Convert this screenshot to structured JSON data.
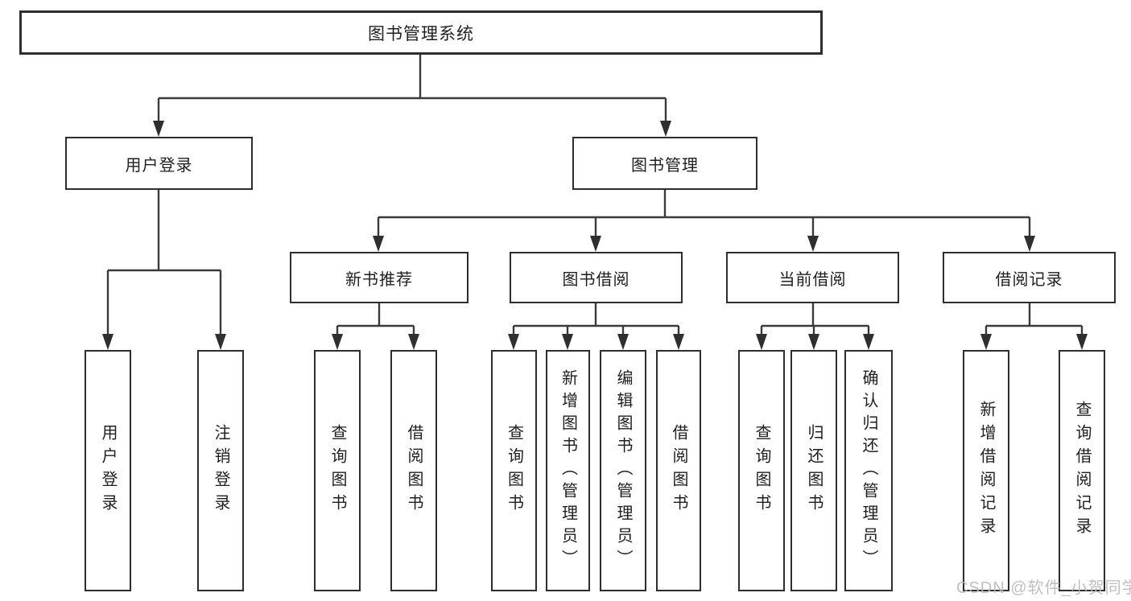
{
  "diagram": {
    "root": {
      "label": "图书管理系统"
    },
    "level2": {
      "user_login": {
        "label": "用户登录"
      },
      "book_management": {
        "label": "图书管理"
      }
    },
    "level3": {
      "new_book_recommend": {
        "label": "新书推荐"
      },
      "book_borrowing": {
        "label": "图书借阅"
      },
      "current_borrowing": {
        "label": "当前借阅"
      },
      "borrowing_records": {
        "label": "借阅记录"
      }
    },
    "leaves": {
      "user_login": {
        "label": "用户登录"
      },
      "logout": {
        "label": "注销登录"
      },
      "rec_query_books": {
        "label": "查询图书"
      },
      "rec_borrow_books": {
        "label": "借阅图书"
      },
      "bb_query_books": {
        "label": "查询图书"
      },
      "bb_add_books_admin": {
        "label": "新增图书（管理员）"
      },
      "bb_edit_books_admin": {
        "label": "编辑图书（管理员）"
      },
      "bb_borrow_books": {
        "label": "借阅图书"
      },
      "cb_query_books": {
        "label": "查询图书"
      },
      "cb_return_books": {
        "label": "归还图书"
      },
      "cb_confirm_return_admin": {
        "label": "确认归还（管理员）"
      },
      "br_add_record": {
        "label": "新增借阅记录"
      },
      "br_query_record": {
        "label": "查询借阅记录"
      }
    },
    "colors": {
      "line": "#3a3a3a",
      "border": "#2e2e2e",
      "text": "#1f1f1f",
      "watermark": "#b9b9b9"
    }
  },
  "watermark": {
    "text": "CSDN @软件_小贺同学"
  }
}
